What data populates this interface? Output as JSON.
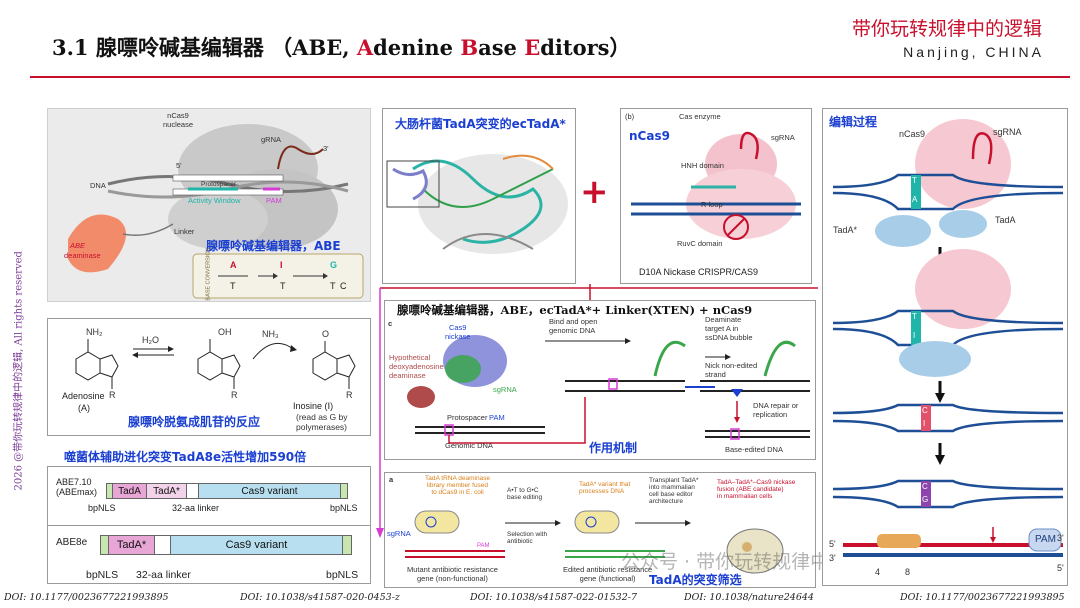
{
  "header": {
    "title_prefix": "3.1 腺嘌呤碱基编辑器 （ABE, ",
    "title_A": "A",
    "title_denine": "denine ",
    "title_B": "B",
    "title_ase": "ase ",
    "title_E": "E",
    "title_ditors": "ditors）",
    "brand": "带你玩转规律中的逻辑",
    "location": "Nanjing, CHINA"
  },
  "side_watermark": "2026 @带你玩转规律中的逻辑,   All rights reserved",
  "panel_abe": {
    "ncas9": "nCas9\nnuclease",
    "grna": "gRNA",
    "three_prime": "3'",
    "five_prime": "5'",
    "dna": "DNA",
    "protospacer": "Protospacer",
    "activity_window": "Activity Window",
    "pam": "PAM",
    "linker": "Linker",
    "abe_label": "ABE",
    "deaminase": "deaminase",
    "caption": "腺嘌呤碱基编辑器，ABE",
    "base_conversion": "BASE CONVERSION",
    "bases": [
      "A",
      "T",
      "I",
      "T",
      "G",
      "T",
      "C"
    ]
  },
  "panel_reaction": {
    "adenosine": "Adenosine",
    "adenosine_sym": "(A)",
    "h2o": "H₂O",
    "nh3": "NH₃",
    "nh2": "NH₂",
    "oh": "OH",
    "o": "O",
    "r": "R",
    "inosine": "Inosine (Ⅰ)",
    "inosine_note": "(read as G by\npolymerases)",
    "caption": "腺嘌呤脱氨成肌苷的反应"
  },
  "panel_tada_structure": {
    "caption": "大肠杆菌TadA突变的ecTadA*"
  },
  "plus": "+",
  "panel_ncas9": {
    "label_b": "(b)",
    "ncas9": "nCas9",
    "cas_enzyme": "Cas enzyme",
    "sgrna": "sgRNA",
    "hnh": "HNH domain",
    "rloop": "R loop",
    "ruvc": "RuvC domain",
    "caption": "D10A Nickase CRISPR/CAS9"
  },
  "panel_mechanism": {
    "title": "腺嘌呤碱基编辑器，ABE，ecTadA*+ Linker(XTEN) + nCas9",
    "label_c": "c",
    "cas9": "Cas9\nnickase",
    "hypo": "Hypothetical\ndeoxyadenosine\ndeaminase",
    "sgrna": "sgRNA",
    "bind": "Bind and open\ngenomic DNA",
    "deaminate": "Deaminate\ntarget A in\nssDNA bubble",
    "nick": "Nick non-edited\nstrand",
    "repair": "DNA repair or\nreplication",
    "protospacer": "Protospacer",
    "pam": "PAM",
    "genomic": "Genomic DNA",
    "base_edited": "Base-edited DNA",
    "caption": "作用机制"
  },
  "panel_evolution": {
    "caption": "噬菌体辅助进化突变TadA8e活性增加590倍",
    "abe7": "ABE7.10\n(ABEmax)",
    "abe8": "ABE8e",
    "tada": "TadA",
    "tada_star": "TadA*",
    "cas9_variant": "Cas9 variant",
    "bpnls": "bpNLS",
    "linker": "32-aa linker"
  },
  "panel_screen": {
    "label_a": "a",
    "lib": "TadA tRNA deaminase\nlibrary member fused\nto dCas9 in E. coli",
    "atgc": "A•T to G•C\nbase editing",
    "selection": "Selection with\nantibiotic",
    "variant": "TadA* variant that\nprocesses DNA",
    "transplant": "Transplant TadA*\ninto mammalian\ncell base editor\narchitecture",
    "fusion": "TadA–TadA*–Cas9 nickase\nfusion (ABE candidate)\nin mammalian cells",
    "sgrna": "sgRNA",
    "pam": "PAM",
    "mutant": "Mutant antibiotic resistance\ngene (non-functional)",
    "edited": "Edited antibiotic resistance\ngene (functional)",
    "caption": "TadA的突变筛选",
    "watermark": "公众号 · 带你玩转规律中的逻辑"
  },
  "panel_process": {
    "caption": "编辑过程",
    "ncas9": "nCas9",
    "sgrna": "sgRNA",
    "tada": "TadA",
    "tada_star": "TadA*",
    "bases1": [
      "T",
      "A"
    ],
    "bases2": [
      "T",
      "I"
    ],
    "bases3": [
      "C",
      "I"
    ],
    "bases4": [
      "C",
      "G"
    ],
    "five": "5'",
    "three": "3'",
    "pam": "PAM",
    "pos4": "4",
    "pos8": "8"
  },
  "doi": [
    "DOI: 10.1177/0023677221993895",
    "DOI: 10.1038/s41587-020-0453-z",
    "DOI: 10.1038/s41587-022-01532-7",
    "DOI: 10.1038/nature24644",
    "DOI: 10.1177/0023677221993895"
  ],
  "colors": {
    "accent_red": "#c8102e",
    "caption_blue": "#1a3fd1",
    "magenta": "#d63bd6",
    "teal": "#1fb5a8"
  }
}
